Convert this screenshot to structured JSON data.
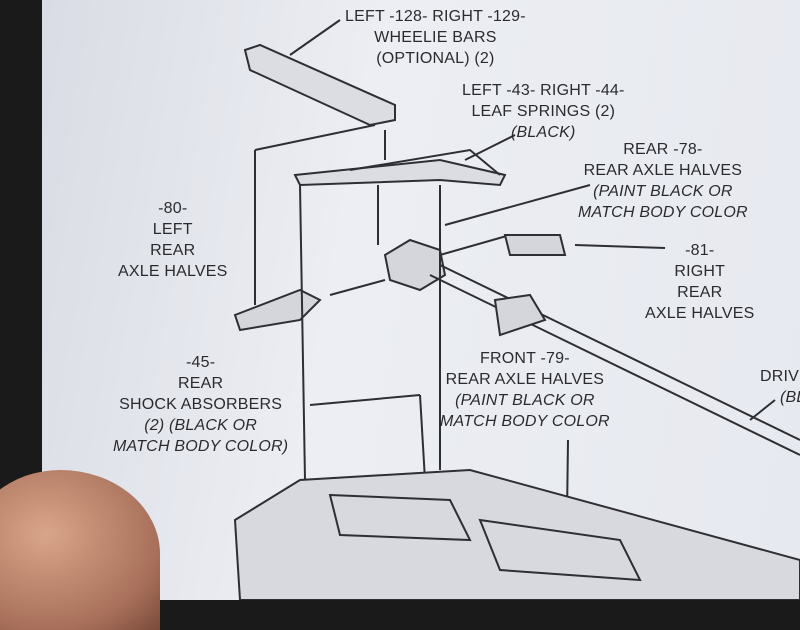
{
  "labels": {
    "wheelie": [
      "LEFT -128- RIGHT -129-",
      "WHEELIE BARS",
      "(OPTIONAL) (2)"
    ],
    "leaf": [
      "LEFT -43- RIGHT -44-",
      "LEAF SPRINGS (2)",
      "(BLACK)"
    ],
    "rear78": [
      "REAR -78-",
      "REAR AXLE HALVES",
      "(PAINT BLACK OR",
      "MATCH BODY COLOR"
    ],
    "left80": [
      "-80-",
      "LEFT",
      "REAR",
      "AXLE HALVES"
    ],
    "right81": [
      "-81-",
      "RIGHT",
      "REAR",
      "AXLE HALVES"
    ],
    "shock45": [
      "-45-",
      "REAR",
      "SHOCK ABSORBERS",
      "(2) (BLACK OR",
      "MATCH BODY COLOR)"
    ],
    "front79": [
      "FRONT -79-",
      "REAR AXLE HALVES",
      "(PAINT BLACK OR",
      "MATCH BODY COLOR"
    ],
    "drive": [
      "DRIVE",
      "(BL"
    ]
  }
}
